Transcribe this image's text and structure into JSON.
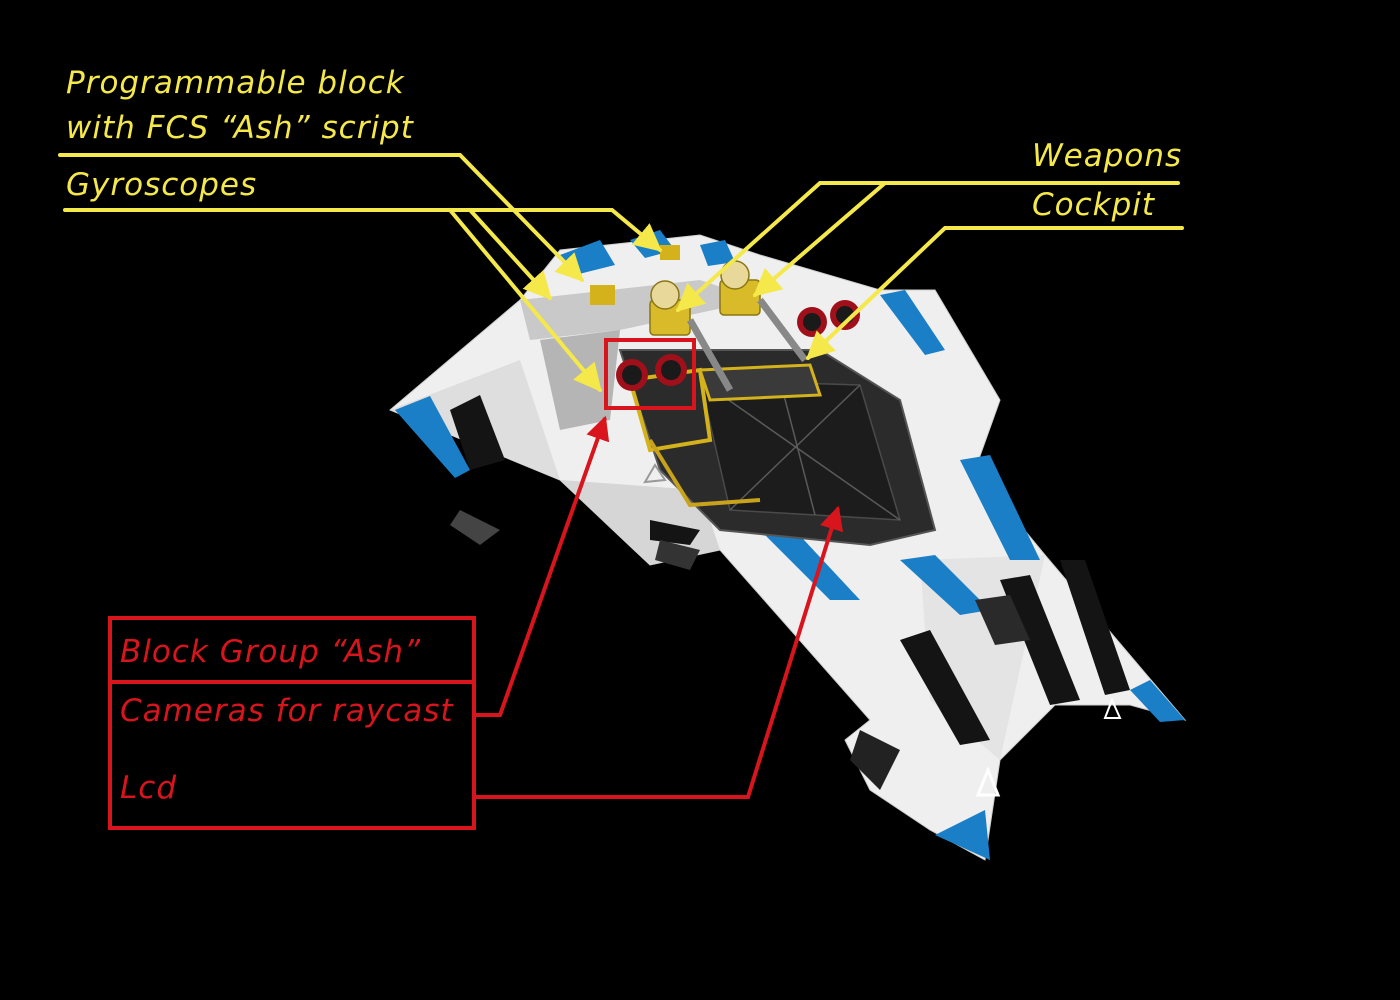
{
  "colors": {
    "background": "#000000",
    "yellow_annotation": "#f5e84a",
    "red_annotation": "#d8141c",
    "hull_white": "#f2f2f2",
    "hull_blue": "#1a7fc7",
    "hull_black": "#141414",
    "part_yellow": "#d4b21c"
  },
  "labels": {
    "programmable_block_line1": "Programmable block",
    "programmable_block_line2": "with FCS “Ash” script",
    "gyroscopes": "Gyroscopes",
    "weapons": "Weapons",
    "cockpit": "Cockpit",
    "block_group": "Block Group “Ash”",
    "cameras": "Cameras for raycast",
    "lcd": "Lcd"
  },
  "icons": [
    "ship-render",
    "arrow-icon"
  ]
}
